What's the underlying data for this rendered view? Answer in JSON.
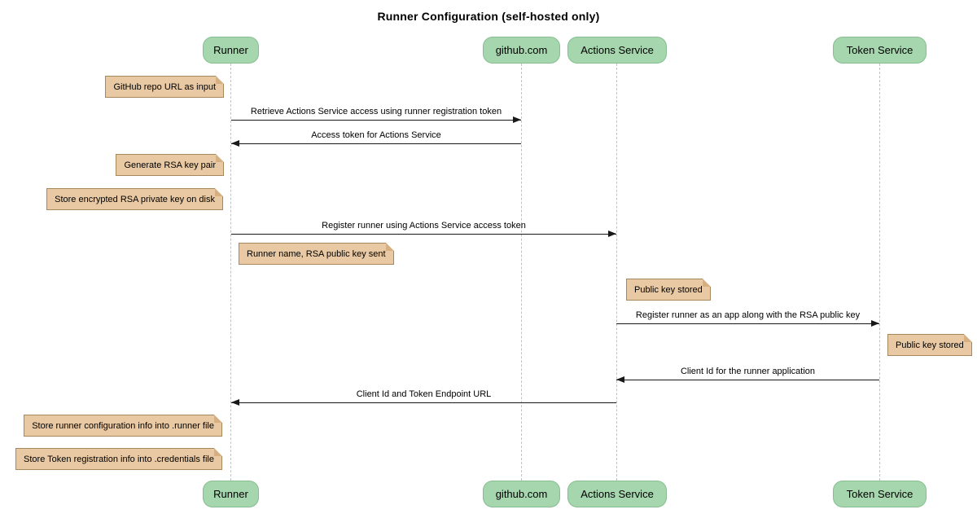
{
  "diagram_type": "sequence",
  "title": "Runner Configuration (self-hosted only)",
  "participants": [
    {
      "name": "Runner"
    },
    {
      "name": "github.com"
    },
    {
      "name": "Actions Service"
    },
    {
      "name": "Token Service"
    }
  ],
  "messages": [
    {
      "from": "Runner",
      "to": "github.com",
      "label": "Retrieve Actions Service access using runner registration token"
    },
    {
      "from": "github.com",
      "to": "Runner",
      "label": "Access token for Actions Service"
    },
    {
      "from": "Runner",
      "to": "Actions Service",
      "label": "Register runner using Actions Service access token"
    },
    {
      "from": "Actions Service",
      "to": "Token Service",
      "label": "Register runner as an app along with the RSA public key"
    },
    {
      "from": "Token Service",
      "to": "Actions Service",
      "label": "Client Id for the runner application"
    },
    {
      "from": "Actions Service",
      "to": "Runner",
      "label": "Client Id and Token Endpoint URL"
    }
  ],
  "notes": [
    {
      "anchor": "Runner",
      "side": "left",
      "text": "GitHub repo URL as input"
    },
    {
      "anchor": "Runner",
      "side": "left",
      "text": "Generate RSA key pair"
    },
    {
      "anchor": "Runner",
      "side": "left",
      "text": "Store encrypted RSA private key on disk"
    },
    {
      "anchor": "Runner",
      "side": "right",
      "text": "Runner name, RSA public key sent"
    },
    {
      "anchor": "Actions Service",
      "side": "right",
      "text": "Public key stored"
    },
    {
      "anchor": "Token Service",
      "side": "right",
      "text": "Public key stored"
    },
    {
      "anchor": "Runner",
      "side": "left",
      "text": "Store runner configuration info into .runner file"
    },
    {
      "anchor": "Runner",
      "side": "left",
      "text": "Store Token registration info into .credentials file"
    }
  ],
  "colors": {
    "participant_fill": "#A5D6AD",
    "participant_border": "#86BE90",
    "note_fill": "#E8C9A3",
    "note_border": "#A5885C",
    "lifeline": "#C2C2C2",
    "arrow": "#181818"
  }
}
